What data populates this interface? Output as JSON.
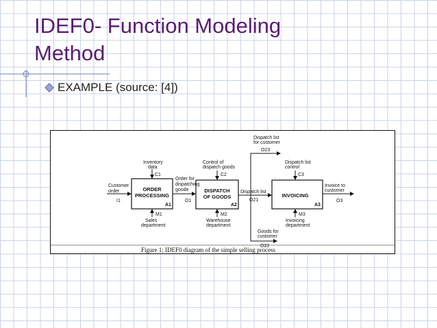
{
  "slide": {
    "title_line1": "IDEF0- Function Modeling",
    "title_line2": "Method",
    "bullet_text": "EXAMPLE (source: [4])",
    "title_color": "#5b1c70",
    "accent_color": "#6d7fb8",
    "grid_color": "#c9d3e6"
  },
  "diagram": {
    "caption": "Figure 1: IDEF0 diagram of the simple selling process",
    "boxes": [
      {
        "line1": "ORDER",
        "line2": "PROCESSING",
        "node": "A1"
      },
      {
        "line1": "DISPATCH",
        "line2": "OF GOODS",
        "node": "A2"
      },
      {
        "line1": "INVOICING",
        "line2": "",
        "node": "A3"
      }
    ],
    "inputs": [
      {
        "line1": "Customer",
        "line2": "order",
        "code": "I1"
      }
    ],
    "controls": [
      {
        "line1": "Inventory",
        "line2": "data",
        "code": "C1"
      },
      {
        "line1": "Control of",
        "line2": "dispatch goods",
        "code": "C2"
      },
      {
        "line1": "Dispatch list",
        "line2": "control",
        "code": "C3"
      }
    ],
    "mechanisms": [
      {
        "code": "M1",
        "line1": "Sales",
        "line2": "department"
      },
      {
        "code": "M2",
        "line1": "Warehouse",
        "line2": "department"
      },
      {
        "code": "M3",
        "line1": "Invoicing",
        "line2": "department"
      }
    ],
    "outputs": [
      {
        "line1": "Order for",
        "line2": "dispatching",
        "line3": "goode",
        "code": "O1"
      },
      {
        "label": "Dispatch list",
        "code": "O21"
      },
      {
        "line1": "Dispatch list",
        "line2": "for customer",
        "code": "O23"
      },
      {
        "line1": "Goods for",
        "line2": "customer",
        "code": "O22"
      },
      {
        "line1": "Invoice to",
        "line2": "customer",
        "code": "O3"
      }
    ]
  }
}
